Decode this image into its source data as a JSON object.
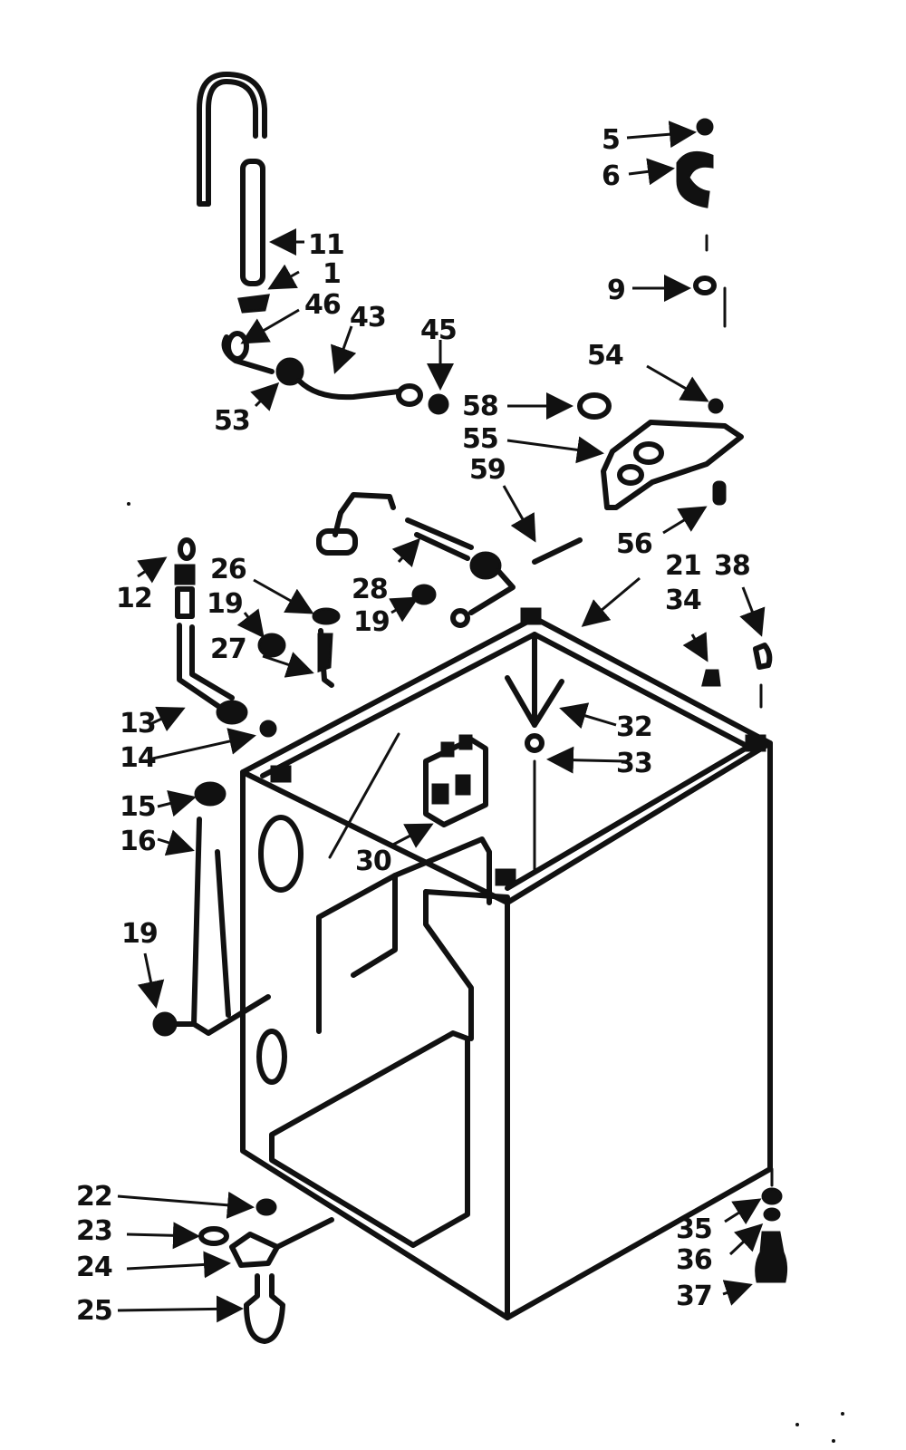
{
  "labels": {
    "l5": "5",
    "l6": "6",
    "l9": "9",
    "l11": "11",
    "l1": "1",
    "l46": "46",
    "l43": "43",
    "l45": "45",
    "l53": "53",
    "l54": "54",
    "l58": "58",
    "l55": "55",
    "l59": "59",
    "l56": "56",
    "l21": "21",
    "l38": "38",
    "l34": "34",
    "l12": "12",
    "l26": "26",
    "l28": "28",
    "l19a": "19",
    "l19b": "19",
    "l27": "27",
    "l32": "32",
    "l33": "33",
    "l13": "13",
    "l14": "14",
    "l15": "15",
    "l16": "16",
    "l30": "30",
    "l19c": "19",
    "l22": "22",
    "l23": "23",
    "l24": "24",
    "l25": "25",
    "l35": "35",
    "l36": "36",
    "l37": "37"
  }
}
